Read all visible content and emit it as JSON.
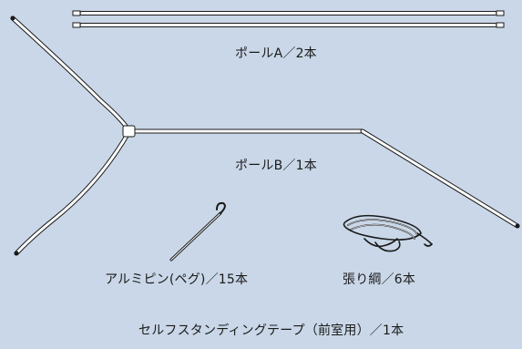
{
  "items": {
    "pole_a": {
      "label": "ポールA／2本",
      "icon": "pole-pair-icon"
    },
    "pole_b": {
      "label": "ポールB／1本",
      "icon": "y-frame-pole-icon"
    },
    "pegs": {
      "label": "アルミピン(ペグ)／15本",
      "icon": "tent-peg-icon"
    },
    "rope": {
      "label": "張り綱／6本",
      "icon": "guy-rope-icon"
    },
    "tape": {
      "label": "セルフスタンディングテープ（前室用）／1本"
    }
  },
  "colors": {
    "background": "#c9d7e8",
    "outline": "#1a1a1a",
    "fill": "#ffffff"
  }
}
